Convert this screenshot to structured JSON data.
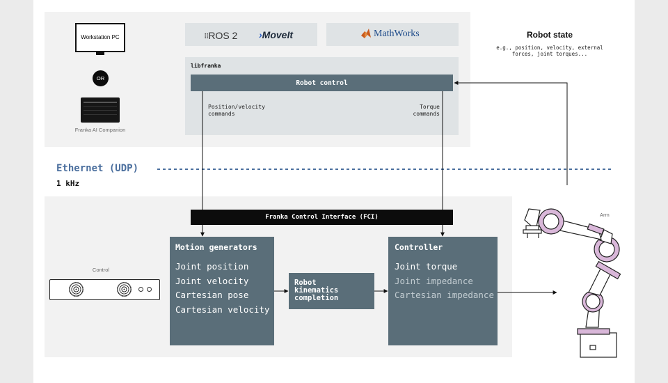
{
  "host": {
    "workstation_label": "Workstation PC",
    "or_label": "OR",
    "companion_label": "Franka AI Companion"
  },
  "logos": {
    "ros2": "ROS 2",
    "moveit": "MoveIt",
    "mathworks": "MathWorks"
  },
  "libfranka": {
    "title": "libfranka",
    "robot_control": "Robot control",
    "pos_vel_commands": "Position/velocity commands",
    "torque_commands": "Torque commands"
  },
  "robot_state": {
    "title": "Robot state",
    "desc": "e.g., position, velocity, external forces, joint torques..."
  },
  "network": {
    "label": "Ethernet (UDP)",
    "rate": "1 kHz"
  },
  "fci": {
    "label": "Franka Control Interface (FCI)"
  },
  "control_label": "Control",
  "arm_label": "Arm",
  "motion_generators": {
    "title": "Motion generators",
    "items": [
      "Joint position",
      "Joint velocity",
      "Cartesian pose",
      "Cartesian velocity"
    ]
  },
  "kinematics": {
    "label": "Robot kinematics completion"
  },
  "controller": {
    "title": "Controller",
    "items": [
      "Joint torque",
      "Joint impedance",
      "Cartesian impedance"
    ]
  },
  "colors": {
    "dark_block": "#5a6e79",
    "ethernet": "#4b6f9e",
    "arm_accent": "#d9b7d9"
  }
}
